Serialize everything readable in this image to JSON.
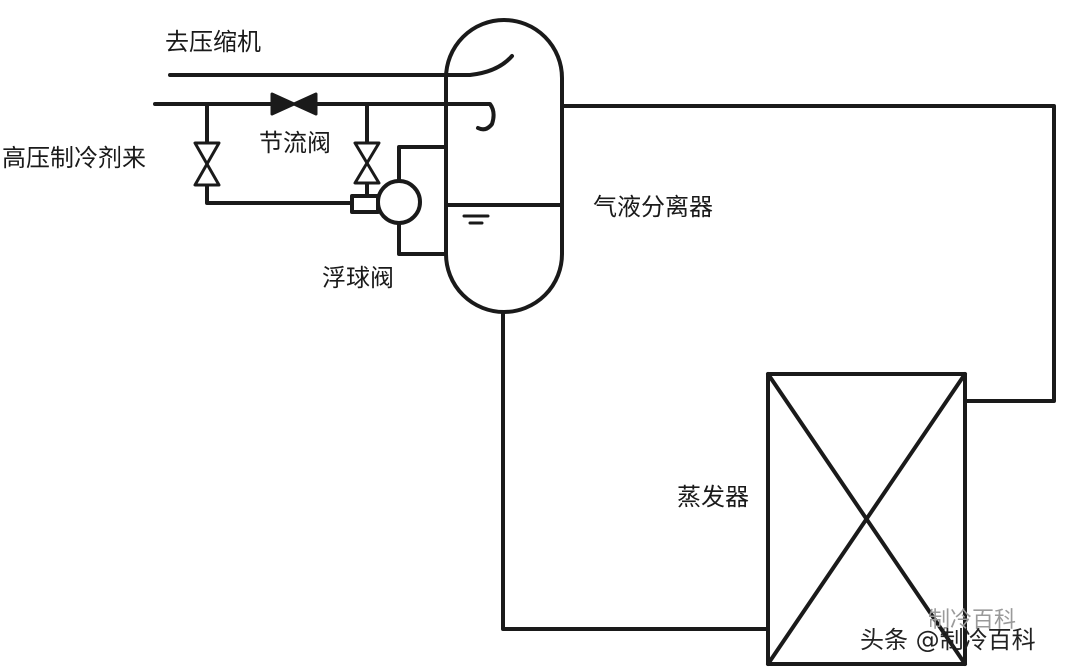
{
  "labels": {
    "to_compressor": "去压缩机",
    "high_pressure_in": "高压制冷剂来",
    "throttle_valve": "节流阀",
    "float_valve": "浮球阀",
    "separator": "气液分离器",
    "evaporator": "蒸发器"
  },
  "watermark": {
    "text": "头条 @制冷百科",
    "faint_text": "制冷百科"
  },
  "colors": {
    "line": "#1a1a1a",
    "background": "#ffffff"
  }
}
